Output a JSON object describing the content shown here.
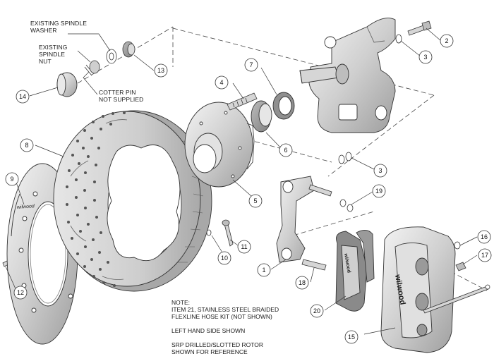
{
  "callouts": [
    {
      "id": "2",
      "num": "2"
    },
    {
      "id": "3a",
      "num": "3"
    },
    {
      "id": "3b",
      "num": "3"
    },
    {
      "id": "4",
      "num": "4"
    },
    {
      "id": "5",
      "num": "5"
    },
    {
      "id": "6",
      "num": "6"
    },
    {
      "id": "7",
      "num": "7"
    },
    {
      "id": "8",
      "num": "8"
    },
    {
      "id": "9",
      "num": "9"
    },
    {
      "id": "10",
      "num": "10"
    },
    {
      "id": "11",
      "num": "11"
    },
    {
      "id": "12",
      "num": "12"
    },
    {
      "id": "13",
      "num": "13"
    },
    {
      "id": "14",
      "num": "14"
    },
    {
      "id": "15",
      "num": "15"
    },
    {
      "id": "16",
      "num": "16"
    },
    {
      "id": "17",
      "num": "17"
    },
    {
      "id": "18",
      "num": "18"
    },
    {
      "id": "19",
      "num": "19"
    },
    {
      "id": "20",
      "num": "20"
    },
    {
      "id": "1",
      "num": "1"
    }
  ],
  "labels": {
    "spindle_washer": [
      "EXISTING SPINDLE",
      "WASHER"
    ],
    "spindle_nut": [
      "EXISTING",
      "SPINDLE",
      "NUT"
    ],
    "cotter_pin": [
      "COTTER PIN",
      "NOT SUPPLIED"
    ]
  },
  "notes": {
    "title": "NOTE:",
    "item21": [
      "ITEM 21, STAINLESS STEEL BRAIDED",
      "FLEXLINE HOSE KIT (NOT SHOWN)"
    ],
    "side": "LEFT HAND SIDE SHOWN",
    "rotor": [
      "SRP DRILLED/SLOTTED ROTOR",
      "SHOWN FOR REFERENCE"
    ]
  },
  "branding": {
    "hat_logo": "wilwood",
    "pad_logo": "wilwood",
    "caliper_logo": "wilwood"
  },
  "colors": {
    "line": "#333333",
    "part_fill": "#d6d6d6",
    "part_dark": "#9a9a9a",
    "background": "#ffffff"
  }
}
